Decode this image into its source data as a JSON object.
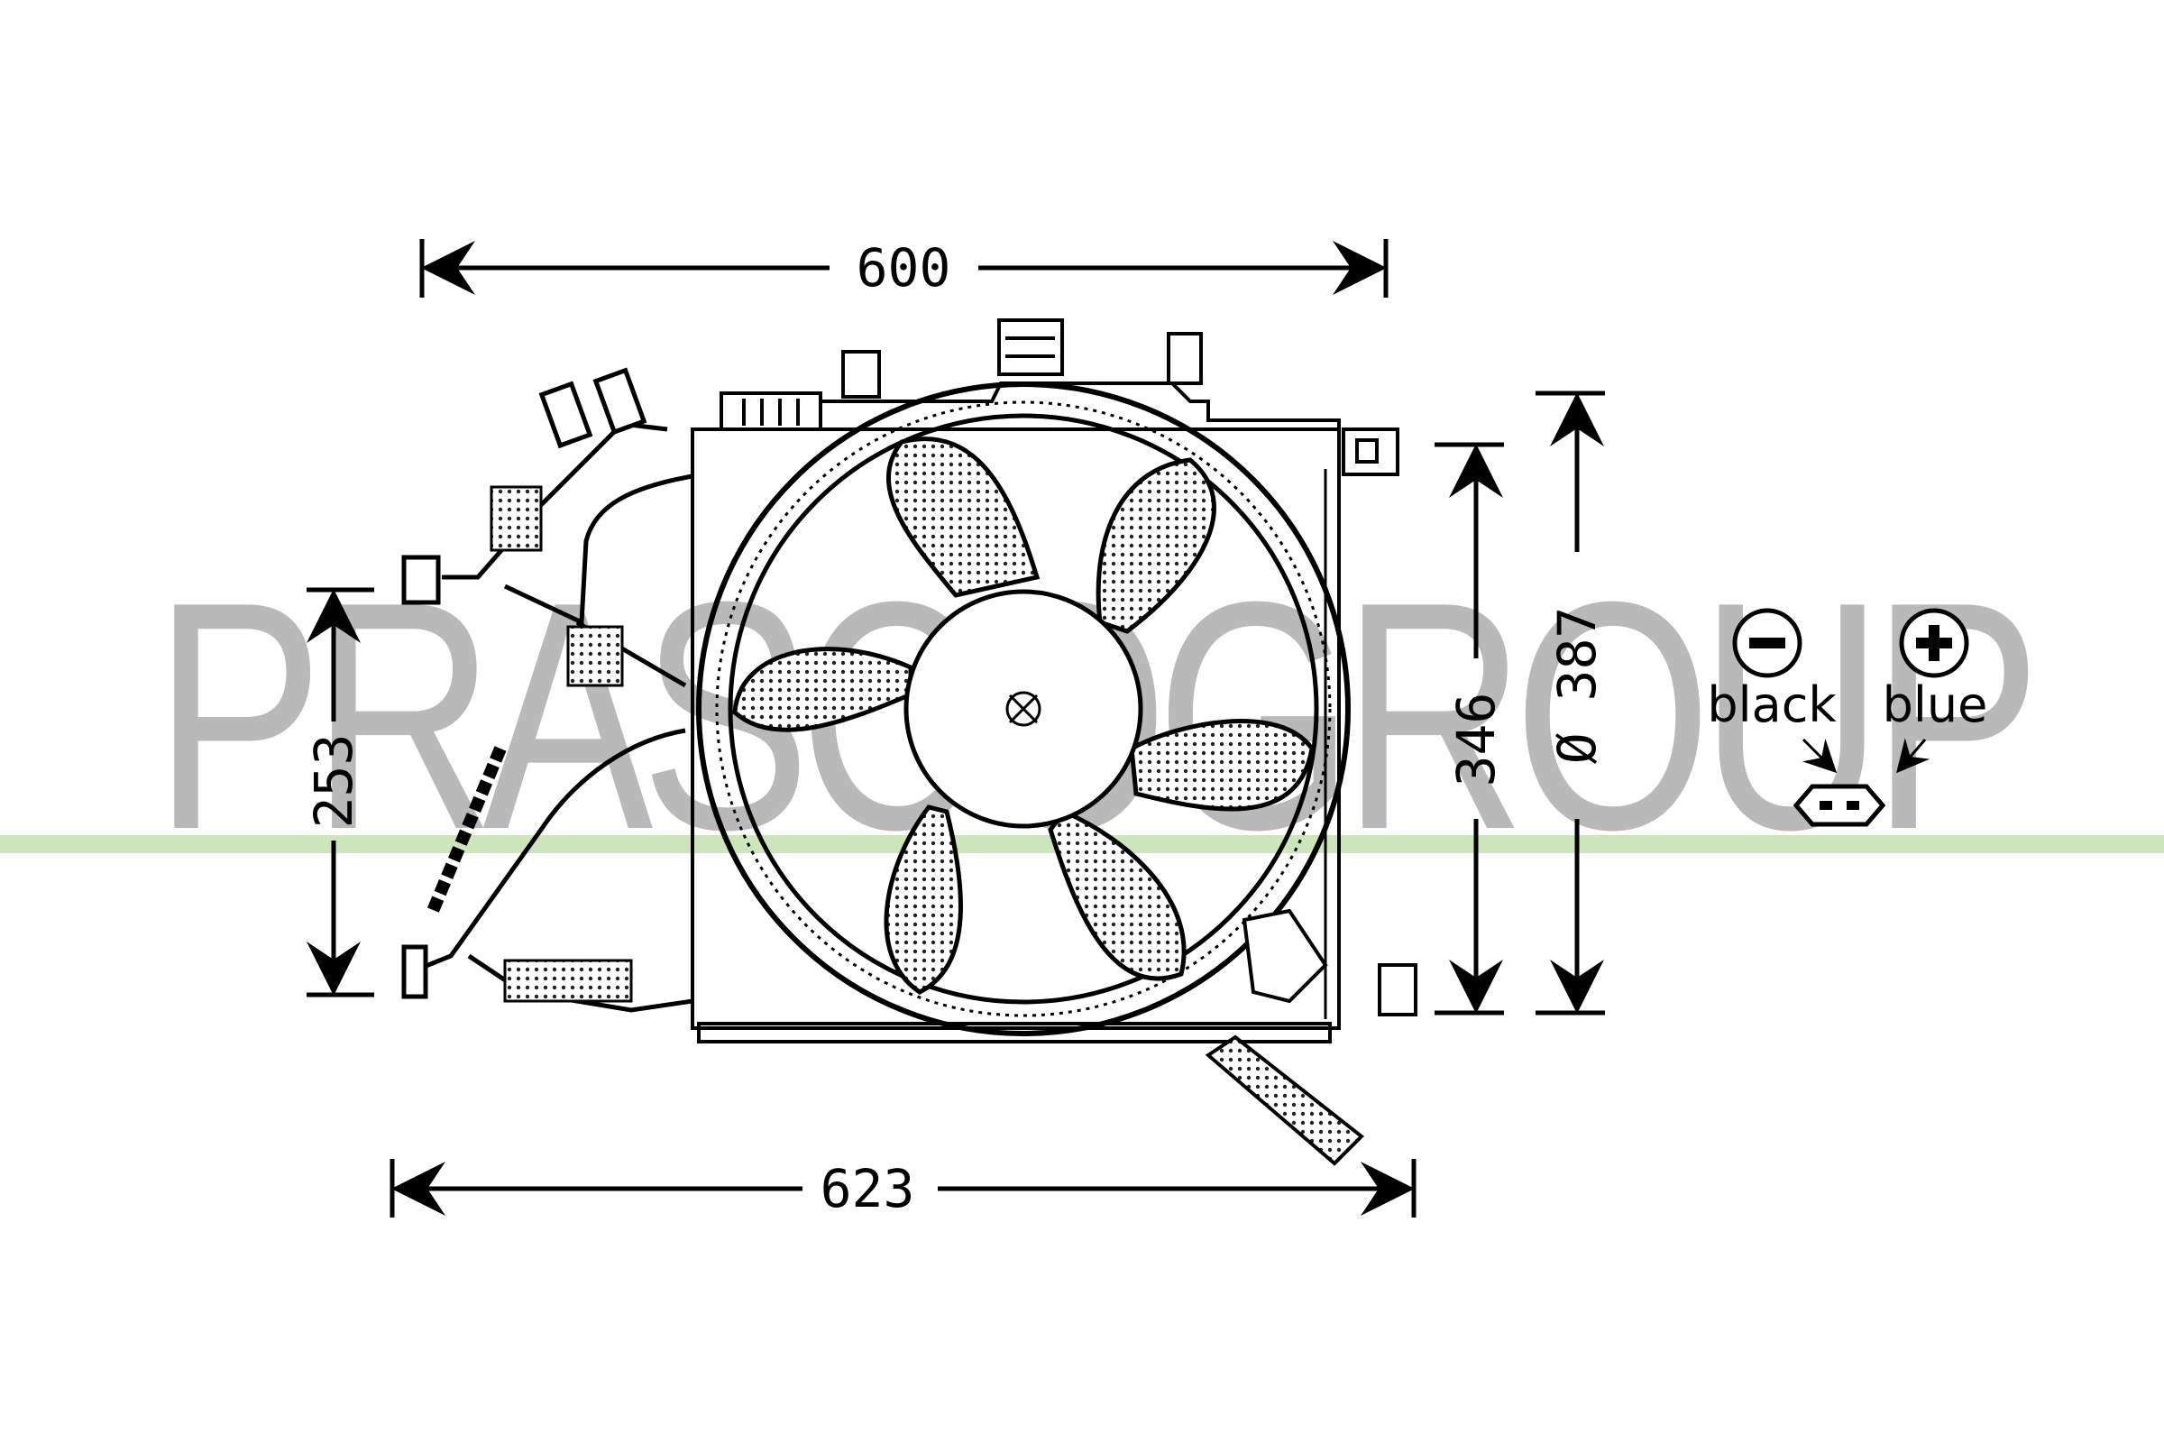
{
  "diagram": {
    "type": "technical-drawing",
    "subject": "Radiator cooling fan assembly with shroud",
    "line_color": "#000000",
    "background": "#ffffff"
  },
  "watermark": {
    "text": "PRASCOGROUP",
    "color": "#b9b9b9",
    "underline_color": "#cce5bb"
  },
  "dimensions": {
    "top_width": {
      "label": "600"
    },
    "bottom_width": {
      "label": "623"
    },
    "left_height": {
      "label": "253"
    },
    "right_height": {
      "label": "346"
    },
    "fan_diameter": {
      "label": "Ø 387"
    }
  },
  "legend": {
    "negative": {
      "symbol": "−",
      "label": "black"
    },
    "positive": {
      "symbol": "+",
      "label": "blue"
    },
    "connector": "2-pin connector"
  }
}
